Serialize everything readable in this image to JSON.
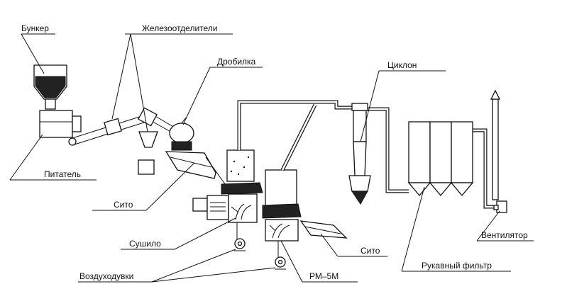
{
  "labels": {
    "bunker": "Бункер",
    "iron_separators": "Железоотделители",
    "crusher": "Дробилка",
    "cyclone": "Циклон",
    "feeder": "Питатель",
    "sieve_1": "Сито",
    "dryer": "Сушило",
    "blowers": "Воздуходувки",
    "mill": "РМ–5М",
    "sieve_2": "Сито",
    "bag_filter": "Рукавный фильтр",
    "fan": "Вентилятор"
  }
}
